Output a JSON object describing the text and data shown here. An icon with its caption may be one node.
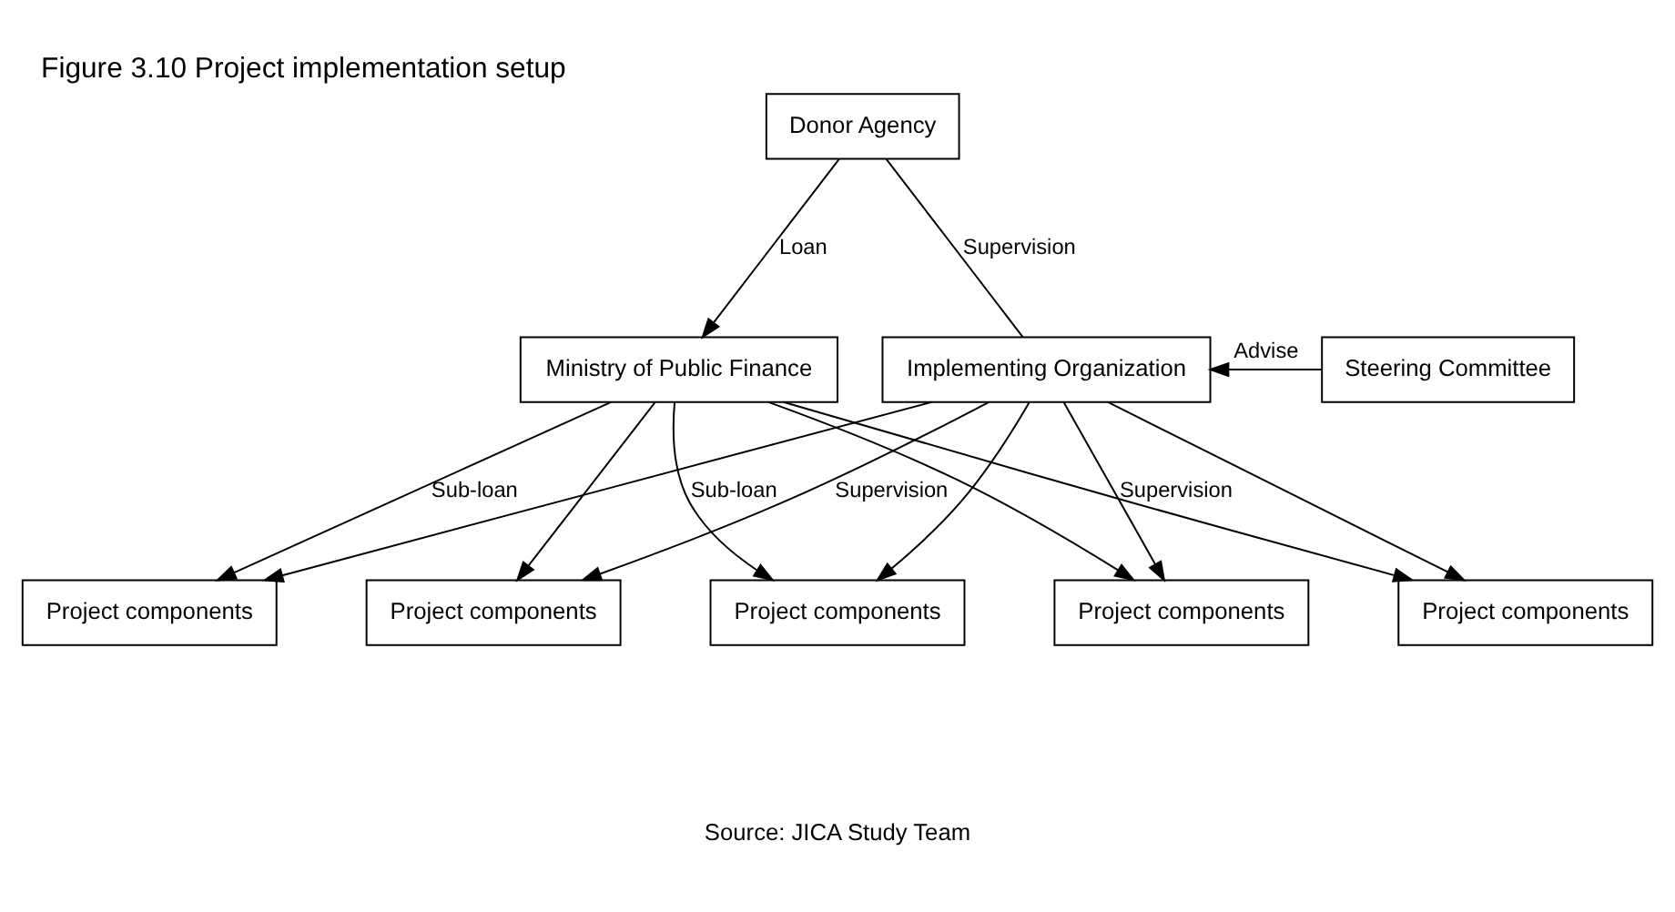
{
  "diagram": {
    "title": "Figure 3.10 Project implementation setup",
    "caption": "Source: JICA Study Team",
    "nodes": [
      {
        "text": [
          "Donor Agency"
        ]
      },
      {
        "text": [
          "Ministry of Public Finance"
        ]
      },
      {
        "text": [
          "Implementing Organization"
        ]
      },
      {
        "text": [
          "Steering Committee"
        ]
      },
      {
        "text": [
          "Project components"
        ]
      },
      {
        "text": [
          "Project components"
        ]
      },
      {
        "text": [
          "Project components"
        ]
      },
      {
        "text": [
          "Project components"
        ]
      },
      {
        "text": [
          "Project components"
        ]
      }
    ],
    "edges": [
      {
        "from": 0,
        "to": 1,
        "arrow": "to",
        "label": "Loan"
      },
      {
        "from": 0,
        "to": 2,
        "arrow": "none",
        "label": "Supervision"
      },
      {
        "from": 3,
        "to": 2,
        "arrow": "to",
        "label": "Advise"
      },
      {
        "from": 2,
        "to": 4,
        "arrow": "to"
      },
      {
        "from": 2,
        "to": 5,
        "arrow": "to",
        "label": "Supervision"
      },
      {
        "from": 2,
        "to": 6,
        "arrow": "to"
      },
      {
        "from": 2,
        "to": 7,
        "arrow": "to",
        "label": "Supervision"
      },
      {
        "from": 2,
        "to": 8,
        "arrow": "to"
      },
      {
        "from": 1,
        "to": 4,
        "arrow": "to",
        "label": "Sub-loan"
      },
      {
        "from": 1,
        "to": 5,
        "arrow": "to"
      },
      {
        "from": 1,
        "to": 6,
        "arrow": "to",
        "label": "Sub-loan"
      },
      {
        "from": 1,
        "to": 7,
        "arrow": "to"
      },
      {
        "from": 1,
        "to": 8,
        "arrow": "to"
      }
    ]
  }
}
